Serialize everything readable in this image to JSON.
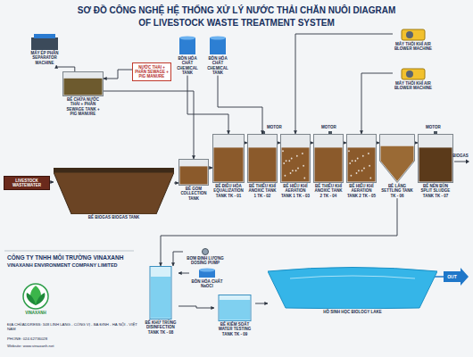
{
  "diagram": {
    "title": "SƠ ĐỒ CÔNG NGHỆ HỆ THỐNG XỬ LÝ NƯỚC THẢI CHĂN NUÔI DIAGRAM OF LIVESTOCK WASTE TREATMENT SYSTEM",
    "nodes": [
      {
        "text": [
          "MÁY ÉP PHÂN SEPARATOR MACHINE"
        ]
      },
      {
        "text": [
          "BỒN HÓA CHẤT CHEMICAL TANK"
        ]
      },
      {
        "text": [
          "BỒN HÓA CHẤT CHEMICAL TANK"
        ]
      },
      {
        "text": [
          "MÁY THỔI KHÍ AIR BLOWER MACHINE"
        ]
      },
      {
        "text": [
          "NƯỚC THẢI + PHÂN SEWAGE + PIG MANURE"
        ]
      },
      {
        "text": [
          "BỂ CHỨA NƯỚC THẢI + PHÂN SEWAGE TANK + PIG MANURE"
        ]
      },
      {
        "text": [
          "MÁY THỔI KHÍ AIR BLOWER MACHINE"
        ]
      },
      {
        "text": [
          "LIVESTOCK WASTEWATER"
        ]
      },
      {
        "text": [
          "BỂ BIOGAS BIOGAS TANK"
        ]
      },
      {
        "text": [
          "BỂ GOM COLLECTION TANK"
        ]
      },
      {
        "text": [
          "BỂ ĐIỀU HÒA EQUALIZATION TANK TK - 01"
        ]
      },
      {
        "text": [
          "BỂ THIẾU KHÍ ANOXIC TANK 1 TK - 02"
        ]
      },
      {
        "text": [
          "BỂ HIẾU KHÍ AERATION TANK 1 TK - 03"
        ]
      },
      {
        "text": [
          "BỂ THIẾU KHÍ ANOXIC TANK 2 TK - 04"
        ]
      },
      {
        "text": [
          "BỂ HIẾU KHÍ AERATION TANK 2 TK - 05"
        ]
      },
      {
        "text": [
          "BỂ LẮNG SETTLING TANK TK - 06"
        ]
      },
      {
        "text": [
          "BỂ NÉN BÙN SPLIT SLUDGE TANK TK - 07"
        ]
      },
      {
        "text": [
          "BƠM ĐỊNH LƯỢNG DOSING PUMP"
        ]
      },
      {
        "text": [
          "BỒN HÓA CHẤT NaOCl"
        ]
      },
      {
        "text": [
          "BỂ KHỬ TRÙNG DISINFECTION TANK TK - 08"
        ]
      },
      {
        "text": [
          "BỂ KIỂM SOÁT WATER TESTING TANK TK - 09"
        ]
      },
      {
        "text": [
          "HỒ SINH HỌC BIOLOGY LAKE"
        ]
      }
    ],
    "edges": [
      {
        "from": 5,
        "to": 0,
        "arrow": "to"
      },
      {
        "from": 4,
        "to": 5,
        "arrow": "to"
      },
      {
        "from": 5,
        "to": 9,
        "arrow": "to"
      },
      {
        "from": 7,
        "to": 8,
        "arrow": "to"
      },
      {
        "from": 8,
        "to": 9,
        "arrow": "to"
      },
      {
        "from": 9,
        "to": 10,
        "arrow": "to"
      },
      {
        "from": 10,
        "to": 11,
        "arrow": "to"
      },
      {
        "from": 11,
        "to": 12,
        "arrow": "to"
      },
      {
        "from": 12,
        "to": 13,
        "arrow": "to"
      },
      {
        "from": 13,
        "to": 14,
        "arrow": "to"
      },
      {
        "from": 14,
        "to": 15,
        "arrow": "to"
      },
      {
        "from": 15,
        "to": 16,
        "arrow": "to"
      },
      {
        "from": 1,
        "to": 10,
        "arrow": "to"
      },
      {
        "from": 2,
        "to": 11,
        "arrow": "to"
      },
      {
        "from": 3,
        "to": 12,
        "arrow": "to"
      },
      {
        "from": 6,
        "to": 14,
        "arrow": "to"
      },
      {
        "from": 15,
        "to": 19,
        "arrow": "to"
      },
      {
        "from": 17,
        "to": 19,
        "arrow": "to"
      },
      {
        "from": 18,
        "to": 19,
        "arrow": "to"
      },
      {
        "from": 19,
        "to": 20,
        "arrow": "to"
      },
      {
        "from": 20,
        "to": 21,
        "arrow": "to"
      }
    ],
    "labels": [
      "MOTOR",
      "MOTOR",
      "MOTOR",
      "BIOGAS",
      "OUT",
      "CÔNG TY TNHH MÔI TRƯỜNG VINAXANH",
      "VINAXANH ENVIRONMENT COMPANY LIMITED",
      "ĐỊA CHỈ/ADDRESS: 348 LINH LANG - CỐNG VỊ - BA ĐÌNH - HÀ NỘI - VIỆT NAM",
      "PHONE: 024.62736028",
      "Website: www.vinaxanh.net",
      "VINAXANH"
    ]
  }
}
